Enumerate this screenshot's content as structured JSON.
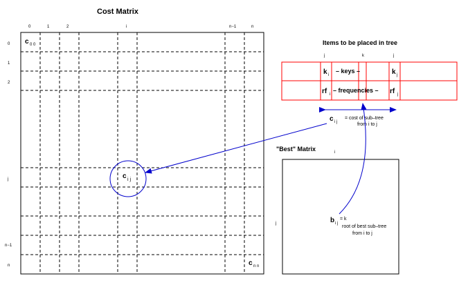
{
  "cost_matrix": {
    "title": "Cost Matrix",
    "col_labels": [
      "0",
      "1",
      "2",
      "i",
      "n−1",
      "n"
    ],
    "row_labels": [
      "0",
      "1",
      "2",
      "j",
      "n−1",
      "n"
    ],
    "cell_c00": "c",
    "cell_c00_sub": "0 0",
    "cell_cij": "c",
    "cell_cij_sub": "i j",
    "cell_cnn": "c",
    "cell_cnn_sub": "n n"
  },
  "items_table": {
    "title": "Items to be placed in tree",
    "col_markers": [
      "j",
      "k",
      "j"
    ],
    "row_keys": {
      "left": "k",
      "left_sub": "i",
      "middle": "– keys –",
      "right": "k",
      "right_sub": "j"
    },
    "row_freqs": {
      "left": "rf",
      "left_sub": "i",
      "middle": "– frequencies –",
      "right": "rf",
      "right_sub": "j"
    }
  },
  "cij_note": {
    "symbol": "c",
    "sub": "i j",
    "eq": "= cost of sub–tree",
    "line2": "from i to j"
  },
  "best_matrix": {
    "title": "\"Best\" Matrix",
    "col_label": "i",
    "row_label": "j",
    "symbol": "b",
    "sub": "i j",
    "eq": "= k",
    "line1": "root of best sub–tree",
    "line2": "from i to j"
  },
  "colors": {
    "accent": "#0000cc",
    "table": "#ff0000",
    "ink": "#000000"
  }
}
